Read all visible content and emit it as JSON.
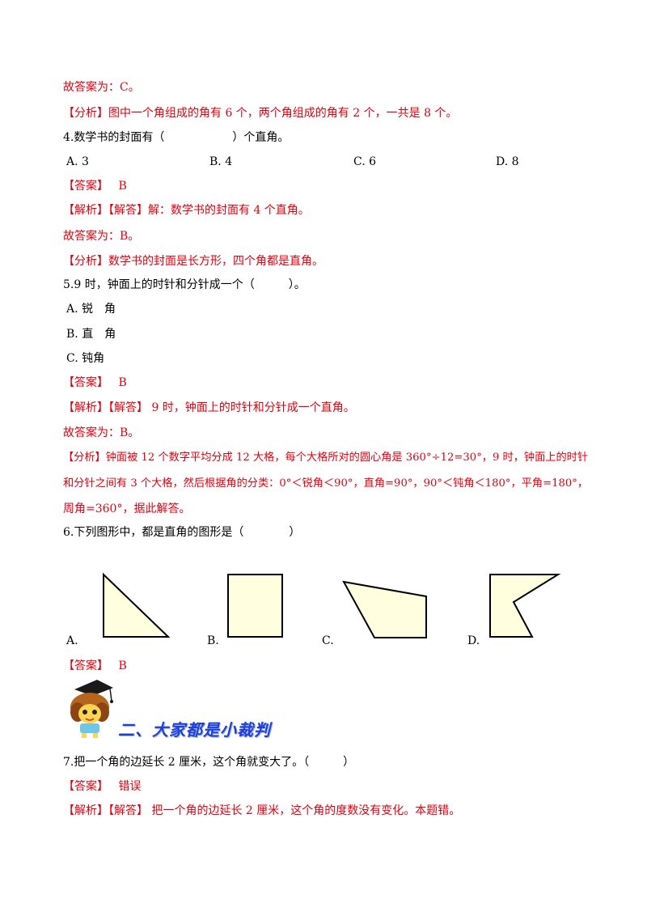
{
  "q3": {
    "conclusion": "故答案为：C。",
    "analysis": "【分析】图中一个角组成的角有 6 个，两个角组成的角有 2 个，一共是 8 个。"
  },
  "q4": {
    "stem": "4.数学书的封面有（　　　　　　）个直角。",
    "options": [
      "A. 3",
      "B. 4",
      "C. 6",
      "D. 8"
    ],
    "answer_tag": "【答案】",
    "answer": "B",
    "explanation": "【解析】【解答】解：数学书的封面有 4 个直角。",
    "conclusion": "故答案为：B。",
    "analysis": "【分析】数学书的封面是长方形，四个角都是直角。"
  },
  "q5": {
    "stem": "5.9 时，钟面上的时针和分针成一个（　　　）。",
    "options": [
      "A. 锐　角",
      "B. 直　角",
      "C. 钝角"
    ],
    "answer_tag": "【答案】",
    "answer": "B",
    "explanation": "【解析】【解答】 9 时，钟面上的时针和分针成一个直角。",
    "conclusion": "故答案为：B。",
    "analysis_lines": [
      "【分析】钟面被 12 个数字平均分成 12 大格，每个大格所对的圆心角是 360°÷12=30°，9 时，钟面上的时针",
      "和分针之间有 3 个大格，然后根据角的分类：0°＜锐角＜90°，直角=90°，90°＜钝角＜180°，平角=180°，",
      "周角=360°，据此解答。"
    ]
  },
  "q6": {
    "stem": "6.下列图形中，都是直角的图形是（　　　　）",
    "labels": [
      "A.",
      "B.",
      "C.",
      "D."
    ],
    "answer_tag": "【答案】",
    "answer": "B"
  },
  "section2": {
    "title": "二、大家都是小裁判"
  },
  "q7": {
    "stem": "7.把一个角的边延长 2 厘米，这个角就变大了。（　　　）",
    "answer_tag": "【答案】",
    "answer": "错误",
    "explanation": "【解析】【解答】 把一个角的边延长 2 厘米，这个角的度数没有变化。本题错。"
  },
  "colors": {
    "answer_red": "#e0000f",
    "shape_fill": "#ffffe0",
    "section_blue": "#1f3fd8"
  }
}
